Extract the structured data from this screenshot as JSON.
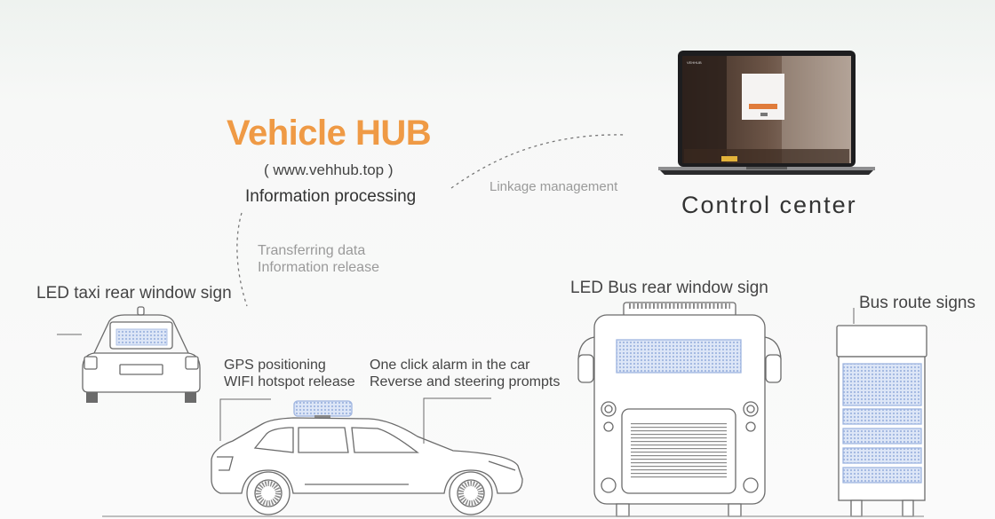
{
  "hub": {
    "brand": "Vehicle HUB",
    "url": "( www.vehhub.top )",
    "role": "Information processing"
  },
  "linkage_label": "Linkage management",
  "control_center": {
    "title": "Control center",
    "screen_logo": "VEHHUB"
  },
  "transfer": {
    "line1": "Transferring data",
    "line2": "Information release"
  },
  "taxi_sign_label": "LED taxi rear window sign",
  "car_features": {
    "left": [
      "GPS positioning",
      "WIFI hotspot release"
    ],
    "right": [
      "One click alarm in the car",
      "Reverse and steering prompts"
    ]
  },
  "bus_sign_label": "LED Bus rear window sign",
  "route_sign_label": "Bus route signs",
  "colors": {
    "brand": "#ef9a45",
    "led_blue": "#cfdcf3",
    "led_dot": "#9fb5e0",
    "line": "#6b6b6b"
  }
}
